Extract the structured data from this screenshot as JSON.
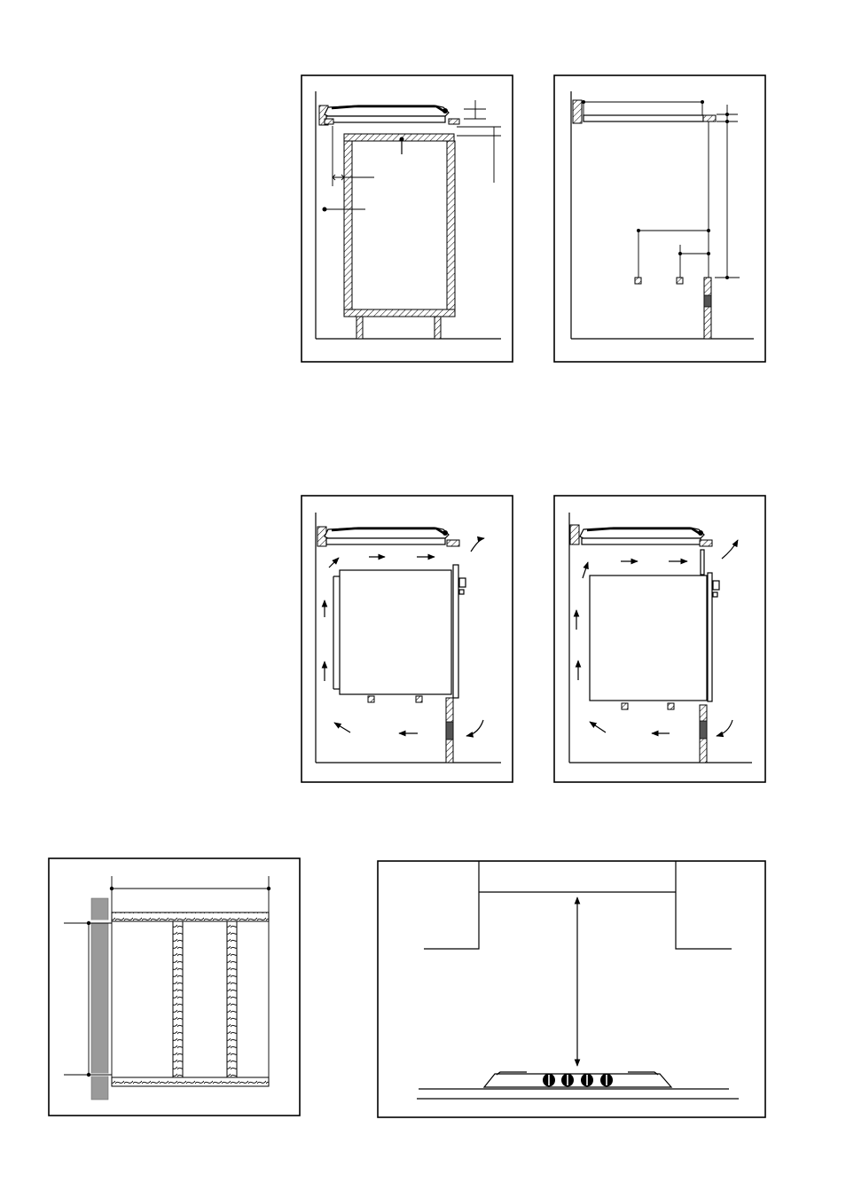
{
  "figures": [
    {
      "id": "hob-cabinet-section"
    },
    {
      "id": "hob-above-oven-dimensions"
    },
    {
      "id": "ventilation-airflow-a"
    },
    {
      "id": "ventilation-airflow-b"
    },
    {
      "id": "cabinet-shelf-plan"
    },
    {
      "id": "hob-to-hood-clearance"
    }
  ],
  "colors": {
    "line": "#000000",
    "panel_grey": "#9a9a9a",
    "background": "#ffffff"
  }
}
